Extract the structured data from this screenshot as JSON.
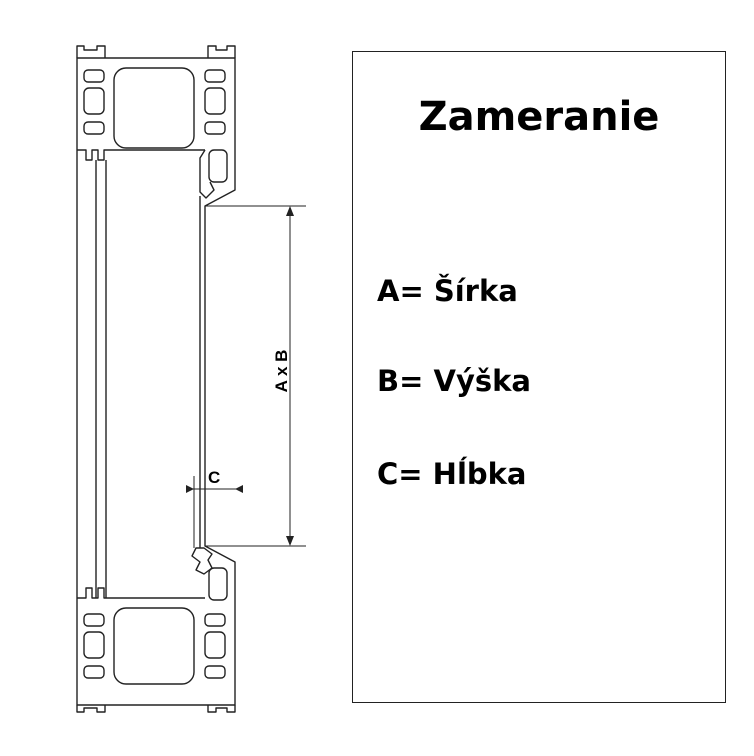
{
  "diagram": {
    "dimension_label_main": "A x B",
    "dimension_label_depth": "C"
  },
  "panel": {
    "title": "Zameranie",
    "legend": [
      "A= Šírka",
      "B= Výška",
      "C= Hĺbka"
    ]
  }
}
